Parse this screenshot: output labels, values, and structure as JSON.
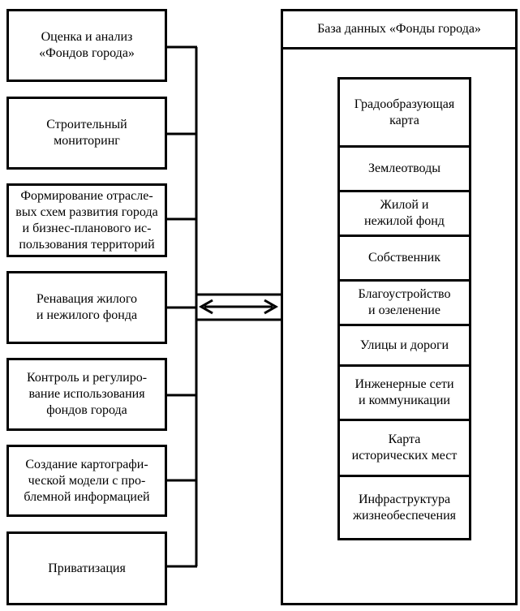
{
  "left_boxes": [
    {
      "label": "Оценка и анализ\n«Фондов города»"
    },
    {
      "label": "Строительный\nмониторинг"
    },
    {
      "label": "Формирование отрасле-\nвых схем развития города\nи бизнес-планового ис-\nпользования территорий"
    },
    {
      "label": "Ренавация жилого\nи нежилого фонда"
    },
    {
      "label": "Контроль и регулиро-\nвание использования\nфондов города"
    },
    {
      "label": "Создание картографи-\nческой модели с про-\nблемной информацией"
    },
    {
      "label": "Приватизация"
    }
  ],
  "database": {
    "title": "База данных «Фонды города»",
    "items": [
      {
        "label": "Градообразующая\nкарта"
      },
      {
        "label": "Землеотводы"
      },
      {
        "label": "Жилой и\nнежилой фонд"
      },
      {
        "label": "Собственник"
      },
      {
        "label": "Благоустройство\nи озеленение"
      },
      {
        "label": "Улицы и дороги"
      },
      {
        "label": "Инженерные сети\nи коммуникации"
      },
      {
        "label": "Карта\nисторических мест"
      },
      {
        "label": "Инфраструктура\nжизнеобеспечения"
      }
    ]
  }
}
